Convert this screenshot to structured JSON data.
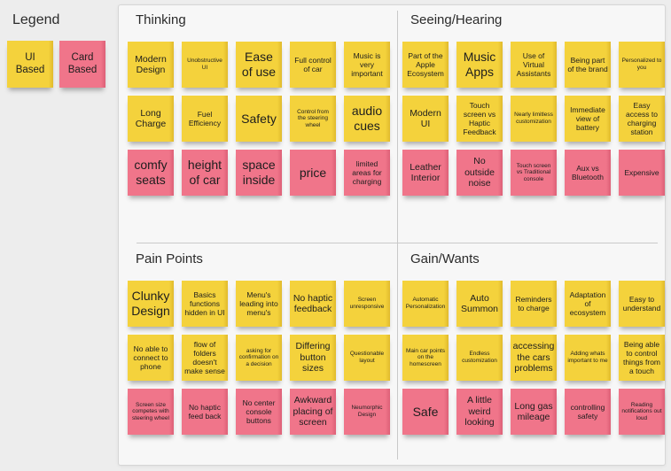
{
  "legend": {
    "title": "Legend",
    "items": [
      {
        "label": "UI Based",
        "color": "yellow",
        "color_hex": "#F4D23C"
      },
      {
        "label": "Card Based",
        "color": "pink",
        "color_hex": "#F0758A"
      }
    ]
  },
  "colors": {
    "yellow": "#F4D23C",
    "pink": "#F0758A",
    "board_bg": "#F7F7F7",
    "page_bg": "#EDEDED"
  },
  "quadrants": [
    {
      "id": "thinking",
      "title": "Thinking",
      "notes": [
        {
          "text": "Modern Design",
          "color": "yellow",
          "size": "md"
        },
        {
          "text": "Unobstructive UI",
          "color": "yellow",
          "size": "xs"
        },
        {
          "text": "Ease of use",
          "color": "yellow",
          "size": "lg"
        },
        {
          "text": "Full control of car",
          "color": "yellow",
          "size": "sm"
        },
        {
          "text": "Music is very important",
          "color": "yellow",
          "size": "sm"
        },
        {
          "text": "Long Charge",
          "color": "yellow",
          "size": "md"
        },
        {
          "text": "Fuel Efficiency",
          "color": "yellow",
          "size": "sm"
        },
        {
          "text": "Safety",
          "color": "yellow",
          "size": "lg"
        },
        {
          "text": "Control from the steering wheel",
          "color": "yellow",
          "size": "xs"
        },
        {
          "text": "audio cues",
          "color": "yellow",
          "size": "lg"
        },
        {
          "text": "comfy seats",
          "color": "pink",
          "size": "lg"
        },
        {
          "text": "height of car",
          "color": "pink",
          "size": "lg"
        },
        {
          "text": "space inside",
          "color": "pink",
          "size": "lg"
        },
        {
          "text": "price",
          "color": "pink",
          "size": "lg"
        },
        {
          "text": "limited areas for charging",
          "color": "pink",
          "size": "sm"
        }
      ]
    },
    {
      "id": "seeing-hearing",
      "title": "Seeing/Hearing",
      "notes": [
        {
          "text": "Part of the Apple Ecosystem",
          "color": "yellow",
          "size": "sm"
        },
        {
          "text": "Music Apps",
          "color": "yellow",
          "size": "lg"
        },
        {
          "text": "Use of Virtual Assistants",
          "color": "yellow",
          "size": "sm"
        },
        {
          "text": "Being part of the brand",
          "color": "yellow",
          "size": "sm"
        },
        {
          "text": "Personalized to you",
          "color": "yellow",
          "size": "xs"
        },
        {
          "text": "Modern UI",
          "color": "yellow",
          "size": "md"
        },
        {
          "text": "Touch screen vs Haptic Feedback",
          "color": "yellow",
          "size": "sm"
        },
        {
          "text": "Nearly limitless customization",
          "color": "yellow",
          "size": "xs"
        },
        {
          "text": "Immediate view of battery",
          "color": "yellow",
          "size": "sm"
        },
        {
          "text": "Easy access to charging station",
          "color": "yellow",
          "size": "sm"
        },
        {
          "text": "Leather Interior",
          "color": "pink",
          "size": "md"
        },
        {
          "text": "No outside noise",
          "color": "pink",
          "size": "md"
        },
        {
          "text": "Touch screen vs Traditional console",
          "color": "pink",
          "size": "xs"
        },
        {
          "text": "Aux vs Bluetooth",
          "color": "pink",
          "size": "sm"
        },
        {
          "text": "Expensive",
          "color": "pink",
          "size": "sm"
        }
      ]
    },
    {
      "id": "pain-points",
      "title": "Pain Points",
      "notes": [
        {
          "text": "Clunky Design",
          "color": "yellow",
          "size": "lg"
        },
        {
          "text": "Basics functions hidden in UI",
          "color": "yellow",
          "size": "sm"
        },
        {
          "text": "Menu's leading into menu's",
          "color": "yellow",
          "size": "sm"
        },
        {
          "text": "No haptic feedback",
          "color": "yellow",
          "size": "md"
        },
        {
          "text": "Screen unresponsive",
          "color": "yellow",
          "size": "xs"
        },
        {
          "text": "No able to connect to phone",
          "color": "yellow",
          "size": "sm"
        },
        {
          "text": "flow of folders doesn't make sense",
          "color": "yellow",
          "size": "sm"
        },
        {
          "text": "asking for confirmation on a decision",
          "color": "yellow",
          "size": "xs"
        },
        {
          "text": "Differing button sizes",
          "color": "yellow",
          "size": "md"
        },
        {
          "text": "Questionable layout",
          "color": "yellow",
          "size": "xs"
        },
        {
          "text": "Screen size competes with steering wheel",
          "color": "pink",
          "size": "xs"
        },
        {
          "text": "No haptic feed back",
          "color": "pink",
          "size": "sm"
        },
        {
          "text": "No center console buttons",
          "color": "pink",
          "size": "sm"
        },
        {
          "text": "Awkward placing of screen",
          "color": "pink",
          "size": "md"
        },
        {
          "text": "Neumorphic Design",
          "color": "pink",
          "size": "xs"
        }
      ]
    },
    {
      "id": "gain-wants",
      "title": "Gain/Wants",
      "notes": [
        {
          "text": "Automatic Personalization",
          "color": "yellow",
          "size": "xs"
        },
        {
          "text": "Auto Summon",
          "color": "yellow",
          "size": "md"
        },
        {
          "text": "Reminders to charge",
          "color": "yellow",
          "size": "sm"
        },
        {
          "text": "Adaptation of ecosystem",
          "color": "yellow",
          "size": "sm"
        },
        {
          "text": "Easy to understand",
          "color": "yellow",
          "size": "sm"
        },
        {
          "text": "Main car points on the homescreen",
          "color": "yellow",
          "size": "xs"
        },
        {
          "text": "Endless customization",
          "color": "yellow",
          "size": "xs"
        },
        {
          "text": "accessing the cars problems",
          "color": "yellow",
          "size": "md"
        },
        {
          "text": "Adding whats important to me",
          "color": "yellow",
          "size": "xs"
        },
        {
          "text": "Being able to control things from a touch",
          "color": "yellow",
          "size": "sm"
        },
        {
          "text": "Safe",
          "color": "pink",
          "size": "lg"
        },
        {
          "text": "A little weird looking",
          "color": "pink",
          "size": "md"
        },
        {
          "text": "Long gas mileage",
          "color": "pink",
          "size": "md"
        },
        {
          "text": "controlling safety",
          "color": "pink",
          "size": "sm"
        },
        {
          "text": "Reading notifications out loud",
          "color": "pink",
          "size": "xs"
        }
      ]
    }
  ]
}
